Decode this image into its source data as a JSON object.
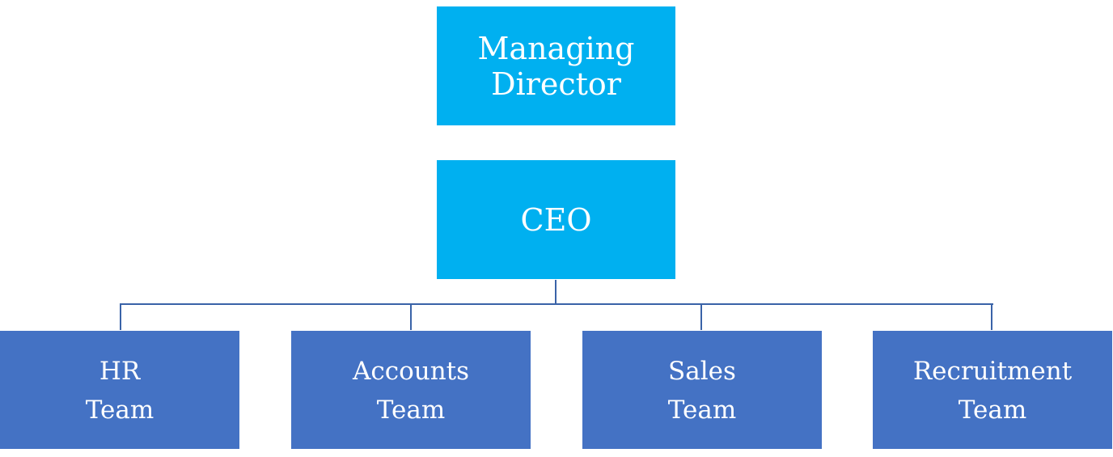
{
  "diagram": {
    "type": "org-chart",
    "nodes": {
      "managing_director": {
        "line1": "Managing",
        "line2": "Director"
      },
      "ceo": {
        "label": "CEO"
      },
      "teams": [
        {
          "line1": "HR",
          "line2": "Team"
        },
        {
          "line1": "Accounts",
          "line2": "Team"
        },
        {
          "line1": "Sales",
          "line2": "Team"
        },
        {
          "line1": "Recruitment",
          "line2": "Team"
        }
      ]
    },
    "colors": {
      "top_level_fill": "#00b0f0",
      "team_fill": "#4472c4",
      "connector": "#3a63a8",
      "text": "#ffffff"
    }
  }
}
